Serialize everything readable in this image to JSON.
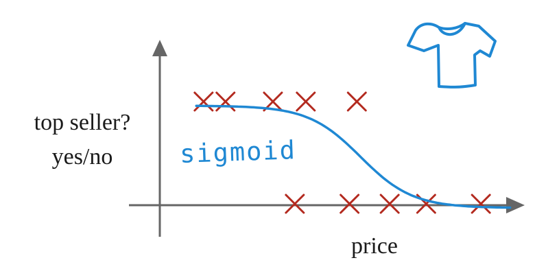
{
  "y_axis": {
    "line1": "top seller?",
    "line2": "yes/no"
  },
  "x_axis": {
    "label": "price"
  },
  "curve": {
    "label": "sigmoid",
    "color": "#1f88d3"
  },
  "colors": {
    "marker": "#b32a1f",
    "axis": "#666666",
    "text": "#1a1a1a"
  },
  "icon": {
    "name": "t-shirt-icon",
    "color": "#1f88d3"
  },
  "chart_data": {
    "type": "scatter",
    "marker": "x",
    "x_range": [
      0,
      1
    ],
    "y_range": [
      0,
      1
    ],
    "points": [
      {
        "x": 0.12,
        "y": 1
      },
      {
        "x": 0.18,
        "y": 1
      },
      {
        "x": 0.31,
        "y": 1
      },
      {
        "x": 0.4,
        "y": 1
      },
      {
        "x": 0.54,
        "y": 1
      },
      {
        "x": 0.37,
        "y": 0
      },
      {
        "x": 0.52,
        "y": 0
      },
      {
        "x": 0.63,
        "y": 0
      },
      {
        "x": 0.73,
        "y": 0
      },
      {
        "x": 0.88,
        "y": 0
      }
    ],
    "fit": {
      "type": "sigmoid",
      "midpoint": 0.55,
      "steepness": 14
    }
  }
}
